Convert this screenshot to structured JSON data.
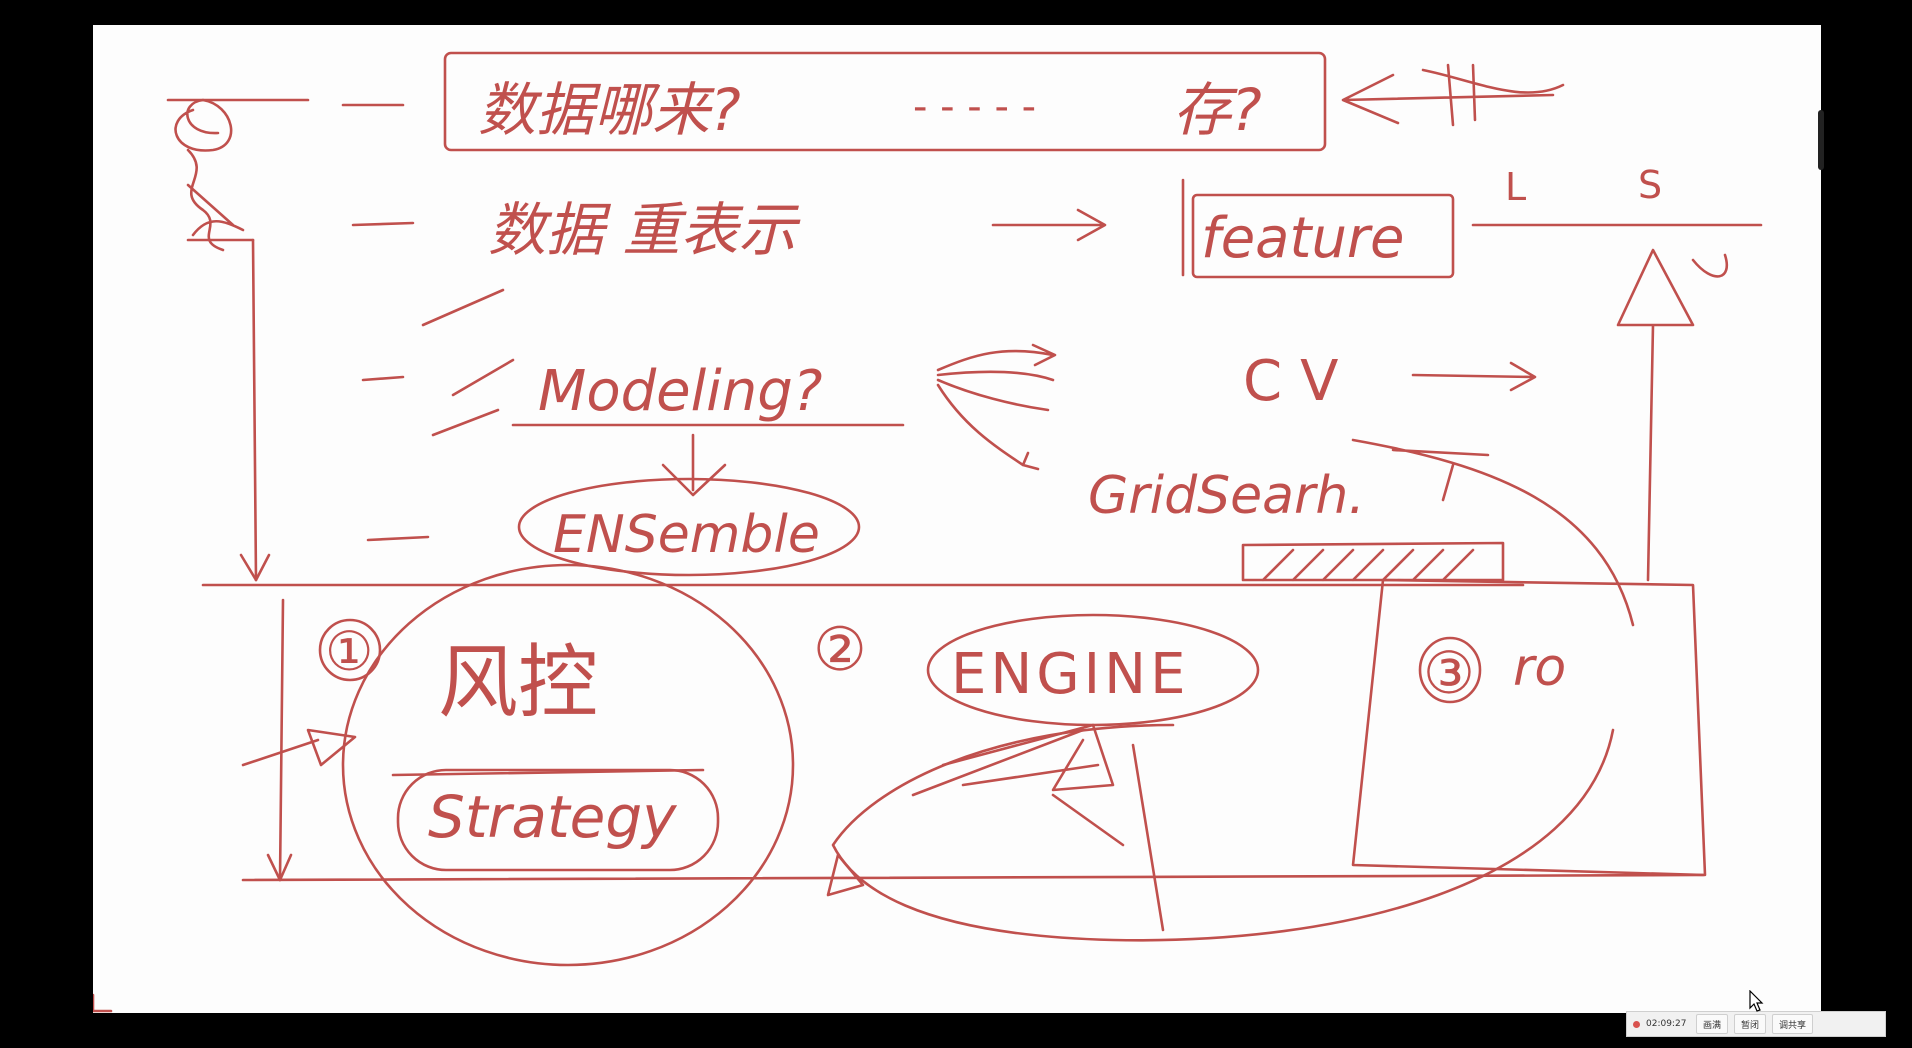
{
  "whiteboard": {
    "row1": {
      "left": "数据哪来?",
      "dashes": "- - - - -",
      "right": "存?"
    },
    "row2": {
      "left": "数据 重表示",
      "boxed": "feature",
      "right_l": "L",
      "right_s": "S"
    },
    "row3": {
      "left": "Modeling?",
      "cv": "CV",
      "gridsearch": "GridSearh."
    },
    "row4": {
      "ensemble": "ENSemble"
    },
    "bottom": {
      "circle1": "①",
      "risk": "风控",
      "strategy": "Strategy",
      "circle2": "②",
      "engine": "ENGINE",
      "circle3": "③",
      "ro": "ro"
    }
  },
  "toolbar": {
    "timer": "02:09:27",
    "btn_1": "画满",
    "btn_2": "暂闭",
    "btn_3": "调共享"
  },
  "colors": {
    "ink": "#c0504d",
    "board": "#fdfdfd",
    "frame": "#000000"
  }
}
